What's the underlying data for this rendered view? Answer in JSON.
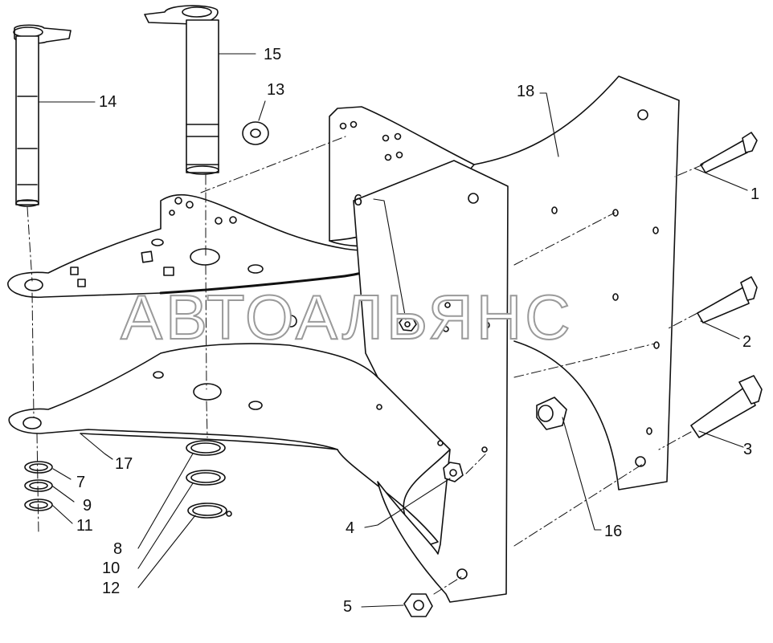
{
  "watermark": "АВТОАЛЬЯНС",
  "callouts": [
    "1",
    "2",
    "3",
    "4",
    "5",
    "6",
    "7",
    "8",
    "9",
    "10",
    "11",
    "12",
    "13",
    "14",
    "15",
    "16",
    "17",
    "18"
  ],
  "colors": {
    "line": "#111111",
    "watermark_stroke": "#9a9a9a",
    "background": "#ffffff"
  }
}
